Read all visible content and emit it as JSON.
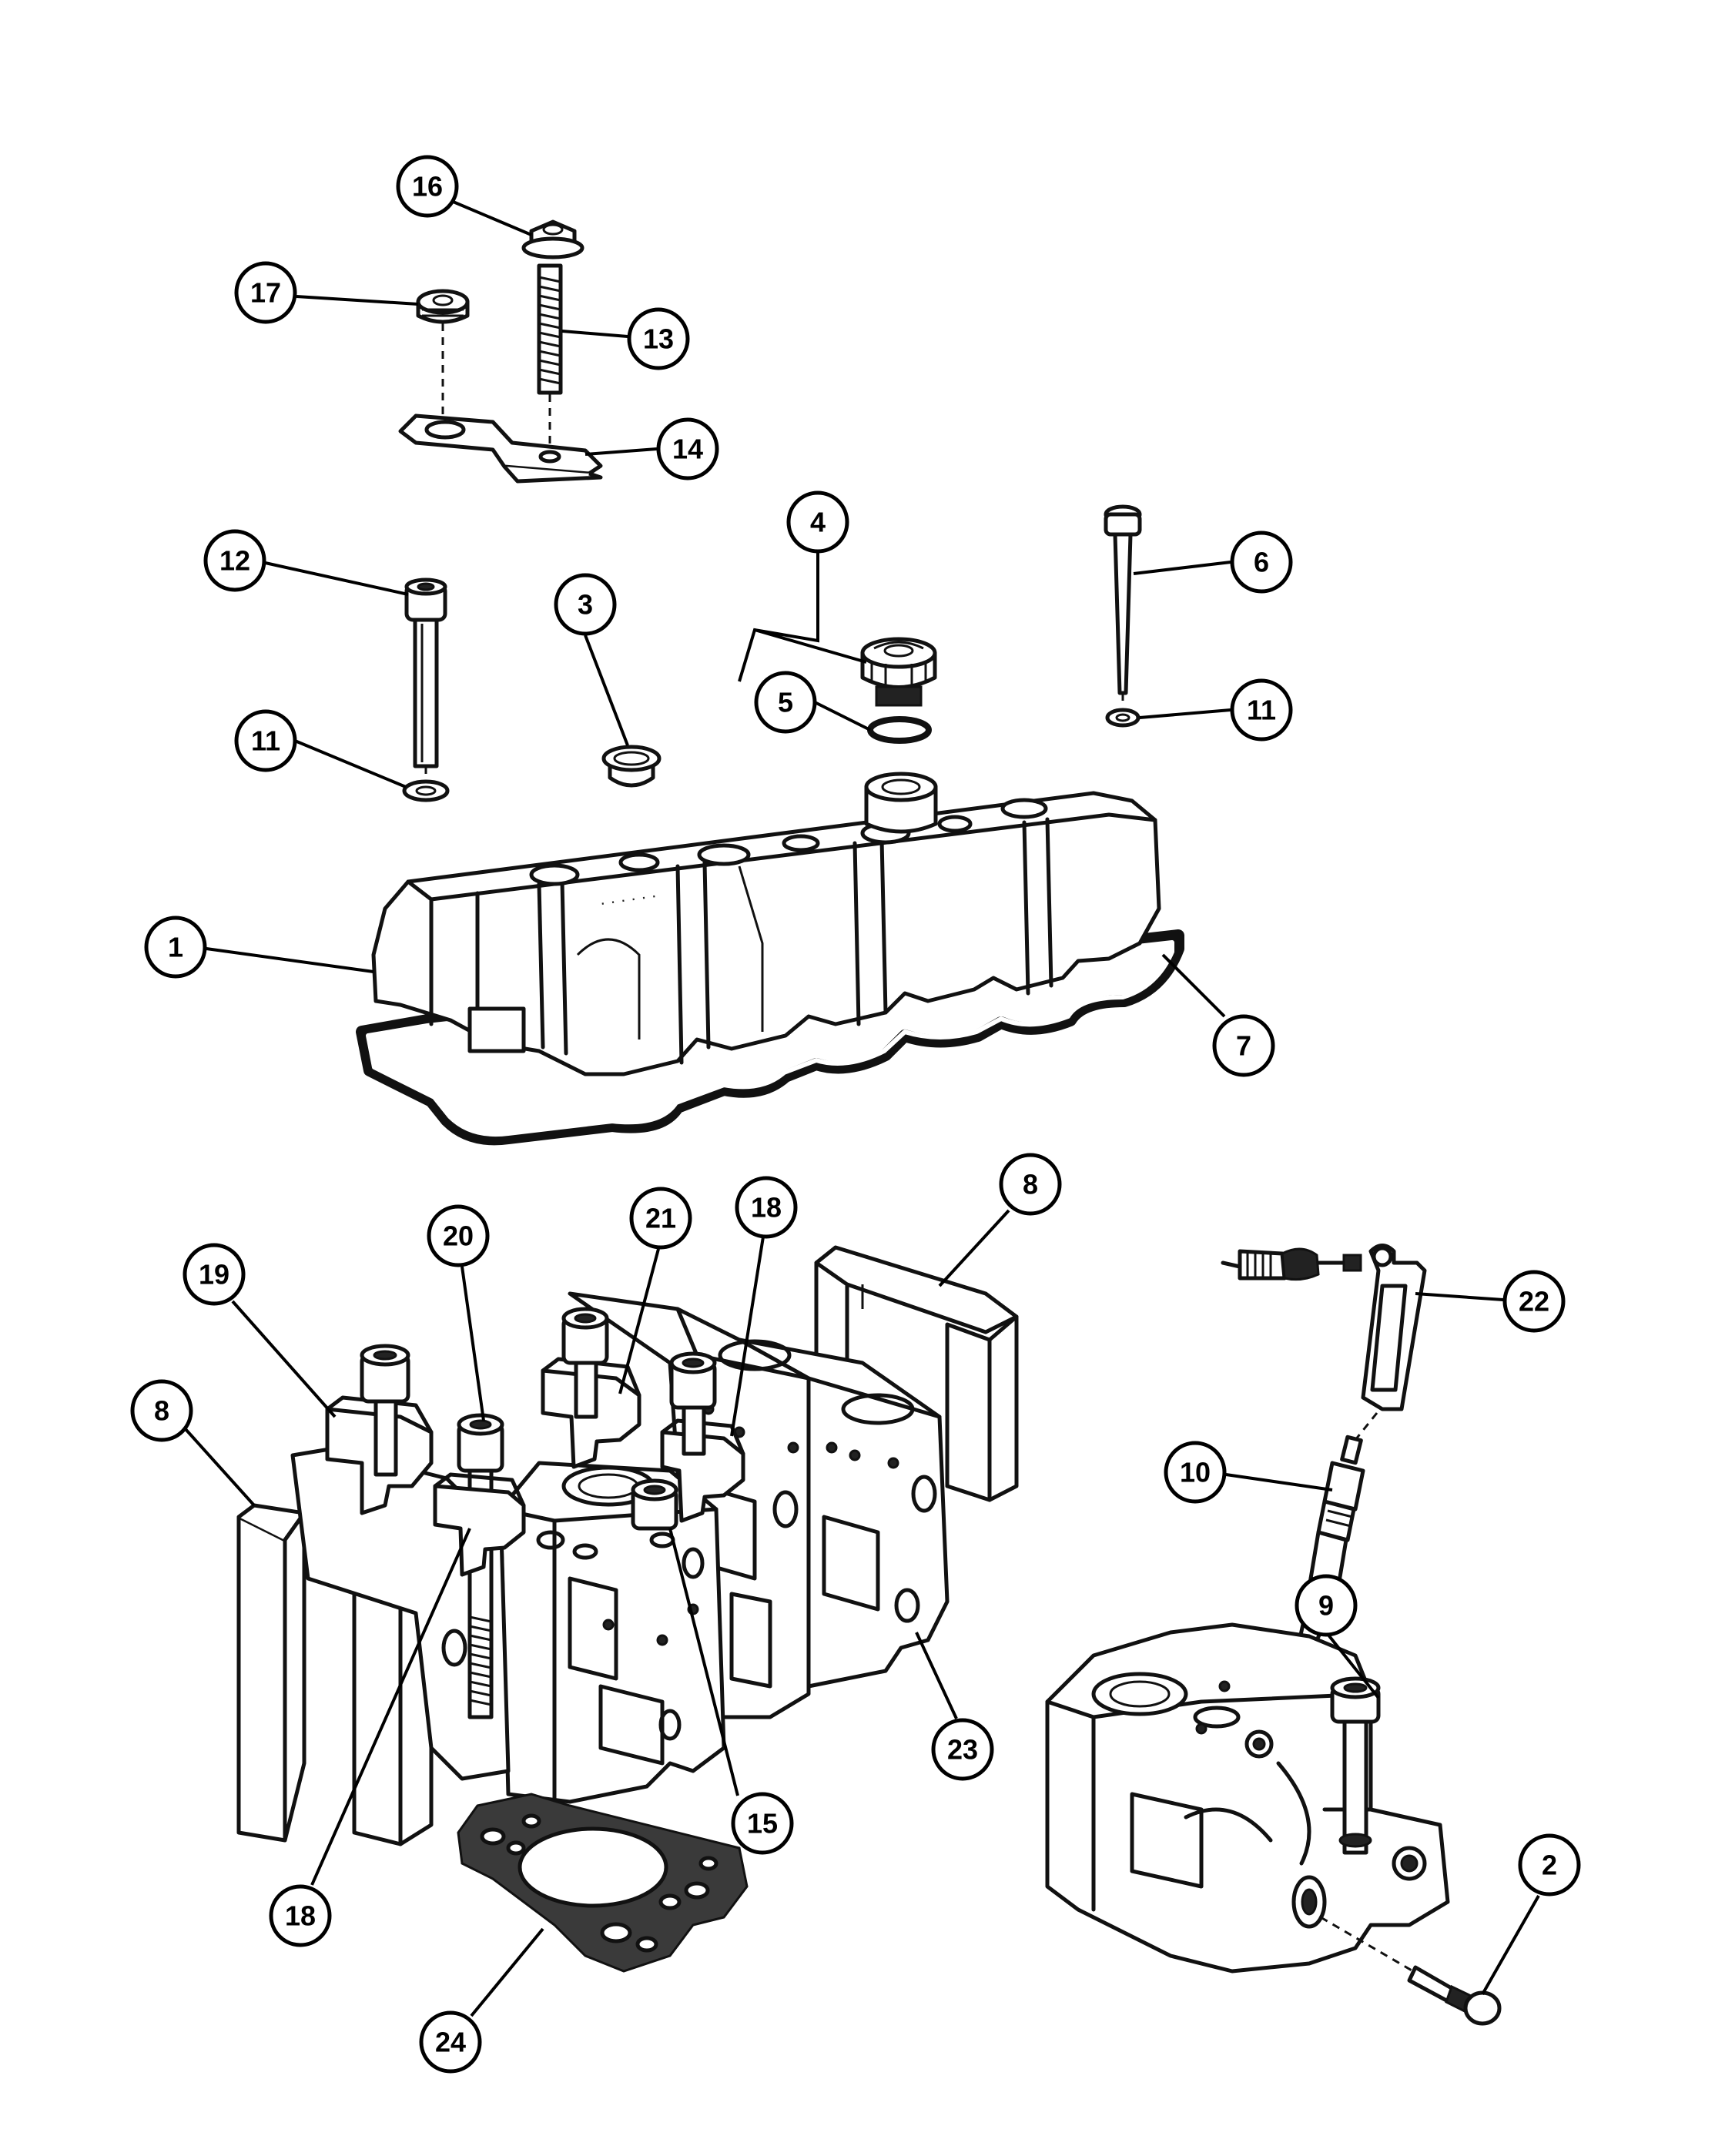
{
  "callouts": [
    {
      "id": "c16a",
      "label": "16"
    },
    {
      "id": "c17a",
      "label": "17"
    },
    {
      "id": "c13a",
      "label": "13"
    },
    {
      "id": "c14a",
      "label": "14"
    },
    {
      "id": "c12a",
      "label": "12"
    },
    {
      "id": "c3a",
      "label": "3"
    },
    {
      "id": "c4a",
      "label": "4"
    },
    {
      "id": "c5a",
      "label": "5"
    },
    {
      "id": "c6a",
      "label": "6"
    },
    {
      "id": "c11a",
      "label": "11"
    },
    {
      "id": "c11b",
      "label": "11"
    },
    {
      "id": "c1a",
      "label": "1"
    },
    {
      "id": "c7a",
      "label": "7"
    },
    {
      "id": "c8a",
      "label": "8"
    },
    {
      "id": "c21a",
      "label": "21"
    },
    {
      "id": "c18a",
      "label": "18"
    },
    {
      "id": "c20a",
      "label": "20"
    },
    {
      "id": "c19a",
      "label": "19"
    },
    {
      "id": "c8b",
      "label": "8"
    },
    {
      "id": "c22a",
      "label": "22"
    },
    {
      "id": "c10a",
      "label": "10"
    },
    {
      "id": "c9a",
      "label": "9"
    },
    {
      "id": "c23a",
      "label": "23"
    },
    {
      "id": "c15a",
      "label": "15"
    },
    {
      "id": "c2a",
      "label": "2"
    },
    {
      "id": "c18b",
      "label": "18"
    },
    {
      "id": "c24a",
      "label": "24"
    }
  ]
}
